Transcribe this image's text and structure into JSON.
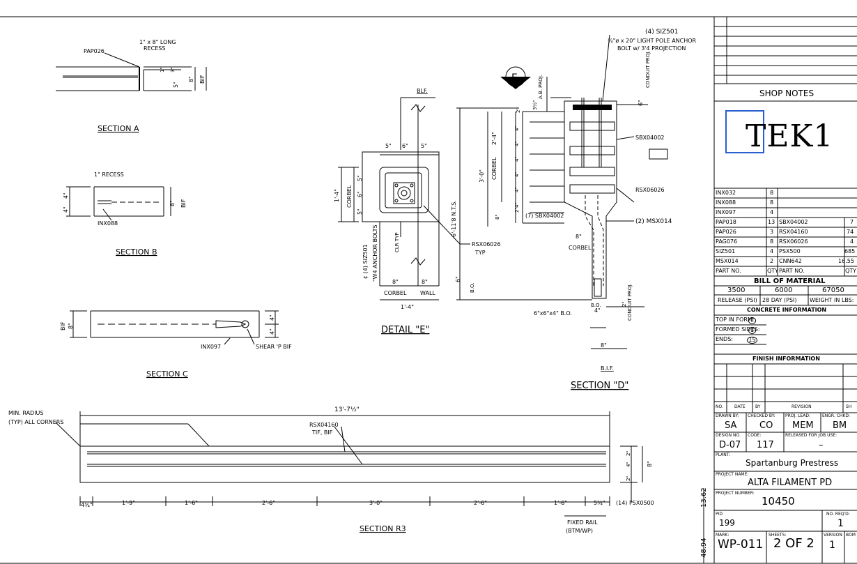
{
  "sections": {
    "section_a": {
      "title": "SECTION A",
      "callouts": [
        "PAP026",
        "1\" x 8\" LONG",
        "RECESS"
      ],
      "dims": [
        "1\"",
        "3\"",
        "5\"",
        "8\"",
        "BIF"
      ]
    },
    "section_b": {
      "title": "SECTION B",
      "callouts": [
        "1\" RECESS",
        "INX088"
      ],
      "dims": [
        "4\"",
        "4\"",
        "8\"",
        "BIF"
      ]
    },
    "section_c": {
      "title": "SECTION C",
      "callouts": [
        "INX097",
        "SHEAR 'P BIF"
      ],
      "dims": [
        "BIF",
        "8\"",
        "4\"",
        "4\""
      ]
    },
    "detail_e": {
      "title": "DETAIL \"E\"",
      "marker": "E",
      "top_dims": [
        "5\"",
        "6\"",
        "5\""
      ],
      "side_dims": [
        "1'-4\"",
        "CORBEL",
        "5\"",
        "6\"",
        "5\""
      ],
      "labels": [
        "BLF.",
        "CLR TYP",
        "¢ (4) SIZ501",
        "\"W4 ANCHOR BOLTS",
        "RSX06026",
        "TYP"
      ],
      "bottom_dims": [
        "8\"",
        "8\"",
        "CORBEL",
        "WALL",
        "1'-4\""
      ]
    },
    "section_d": {
      "title": "SECTION \"D\"",
      "callouts": [
        "(4) SIZ501",
        "¾\"ø x 20\" LIGHT POLE ANCHOR",
        "BOLT w/ 3'4 PROJECTION",
        "SBX04002",
        "RSX06026",
        "(2) MSX014",
        "(7) SBX04002",
        "6\"x6\"x4\" B.O."
      ],
      "labels": [
        "A.B. PROJ.",
        "CONDUIT PROJ.",
        "CONDUIT PROJ.",
        "CORBEL",
        "CORBEL",
        "B.O.",
        "B.O.",
        "B.I.F.",
        "6'-11'8 N.T.S.",
        "3'-0\"",
        "2'-4\""
      ],
      "dims": [
        "2\"",
        "3½\"",
        "4\"",
        "4\"",
        "4\"",
        "4\"",
        "4\"",
        "4\"",
        "2\"",
        "8\"",
        "8\"",
        "6\"",
        "4\"",
        "8\"",
        "6\"",
        "2\""
      ]
    },
    "section_r3": {
      "title": "SECTION R3",
      "overall_dim": "13'-7½\"",
      "note_left": [
        "MIN. RADIUS",
        "(TYP) ALL CORNERS"
      ],
      "callout": [
        "RSX04160",
        "TIF, BIF"
      ],
      "bottom_dims": [
        "4¾\"",
        "1'-9\"",
        "1'-6\"",
        "2'-6\"",
        "3'-0\"",
        "2'-6\"",
        "1'-6\"",
        "5¾\""
      ],
      "right_callout": "(14) PSX0500",
      "right_dims": [
        "2\"",
        "4\"",
        "2\"",
        "8\""
      ],
      "fixed_rail": [
        "FIXED RAIL",
        "(BTM/WP)"
      ]
    }
  },
  "title_block": {
    "shop_notes": "SHOP NOTES",
    "logo_text": "TEK1",
    "bom_rows": [
      {
        "part": "INX032",
        "qty": "8",
        "part2": "",
        "qty2": ""
      },
      {
        "part": "INX088",
        "qty": "8",
        "part2": "",
        "qty2": ""
      },
      {
        "part": "INX097",
        "qty": "4",
        "part2": "",
        "qty2": ""
      },
      {
        "part": "PAP018",
        "qty": "13",
        "part2": "SBX04002",
        "qty2": "7"
      },
      {
        "part": "PAP026",
        "qty": "3",
        "part2": "RSX04160",
        "qty2": "74"
      },
      {
        "part": "PAG076",
        "qty": "8",
        "part2": "RSX06026",
        "qty2": "4"
      },
      {
        "part": "SIZ501",
        "qty": "4",
        "part2": "PSX500",
        "qty2": "685"
      },
      {
        "part": "MSX014",
        "qty": "2",
        "part2": "CNN642",
        "qty2": "16.55"
      }
    ],
    "bom_header": {
      "part": "PART NO.",
      "qty": "QTY",
      "part2": "PART NO.",
      "qty2": "QTY"
    },
    "bom_title": "BILL OF MATERIAL",
    "concrete": {
      "release_val": "3500",
      "day28_val": "6000",
      "weight_val": "67050",
      "release_lbl": "RELEASE (PSI)",
      "day28_lbl": "28 DAY (PSI)",
      "weight_lbl": "WEIGHT IN LBS:",
      "title": "CONCRETE INFORMATION"
    },
    "finish": {
      "top_in_form": "TOP IN FORM:",
      "top_val": "7",
      "formed_sides": "FORMED SIDES:",
      "formed_val": "1",
      "ends": "ENDS:",
      "ends_val": "15",
      "title": "FINISH INFORMATION"
    },
    "revision_header": {
      "no": "NO.",
      "date": "DATE",
      "by": "BY",
      "revision": "REVISION",
      "sh": "SH"
    },
    "drawn_by_lbl": "DRAWN BY:",
    "drawn_by": "SA",
    "checked_by_lbl": "CHECKED BY:",
    "checked_by": "CO",
    "proj_lead_lbl": "PROJ. LEAD:",
    "proj_lead": "MEM",
    "engr_chkd_lbl": "ENGR. CHKD:",
    "engr_chkd": "BM",
    "design_no_lbl": "DESIGN NO.",
    "design_no": "D-07",
    "code_lbl": "CODE:",
    "code": "117",
    "released_lbl": "RELEASED FOR JOB USE:",
    "released": "–",
    "plant_lbl": "PLANT:",
    "plant": "Spartanburg Prestress",
    "project_name_lbl": "PROJECT NAME:",
    "project_name": "ALTA FILAMENT PD",
    "project_number_lbl": "PROJECT NUMBER:",
    "project_number": "10450",
    "pid_lbl": "PID",
    "pid": "199",
    "no_reqd_lbl": "NO. REQ'D:",
    "no_reqd": "1",
    "mark_lbl": "MARK:",
    "mark": "WP-011",
    "sheets_lbl": "SHEETS:",
    "sheets": "2 OF 2",
    "version_lbl": "VERSION",
    "version": "1",
    "bom_lbl": "BOM",
    "side_num_1": "13.62",
    "side_num_2": "48.94"
  },
  "colors": {
    "line": "#000000",
    "logo_blue": "#2a5fd0",
    "paper": "#ffffff"
  }
}
